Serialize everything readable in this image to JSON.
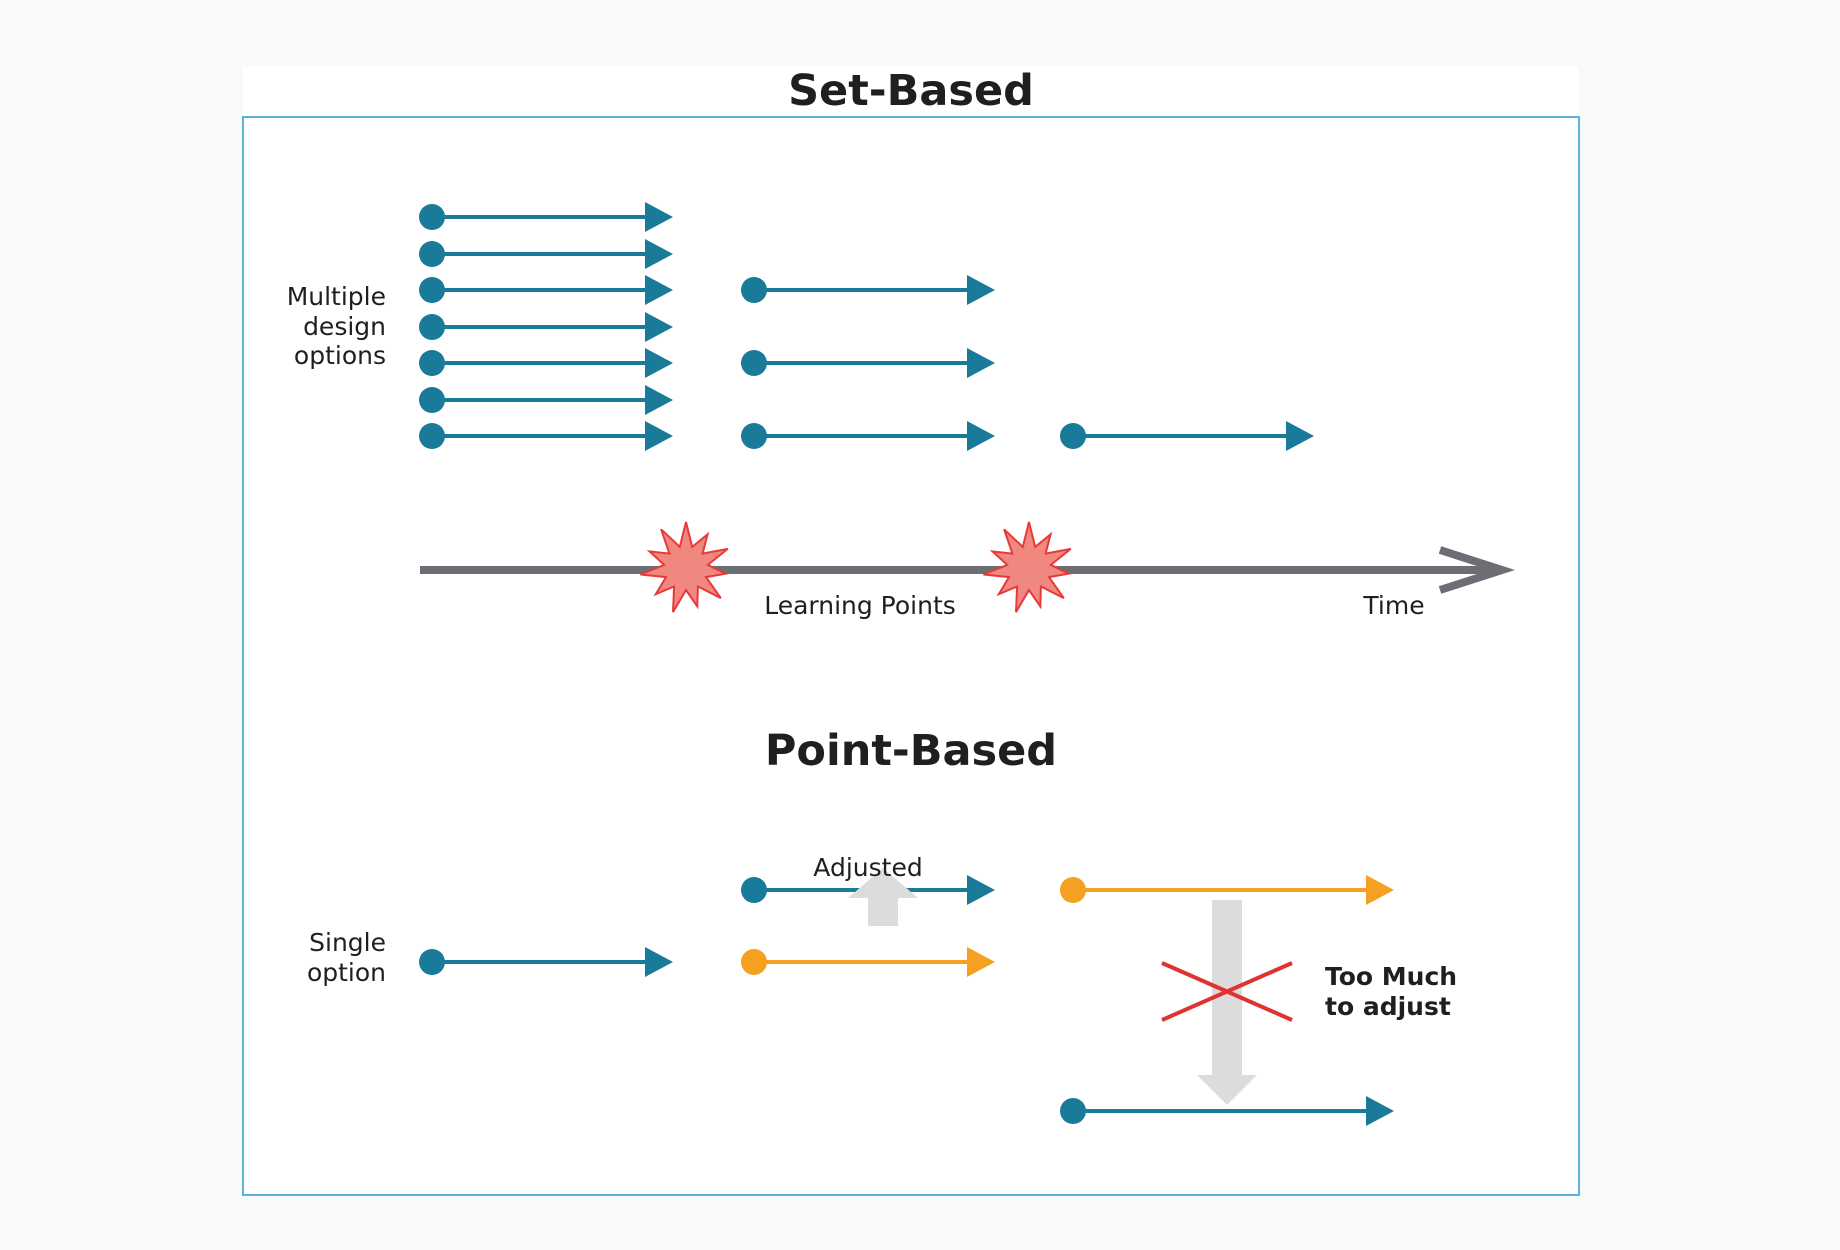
{
  "set_based": {
    "title": "Set-Based",
    "options_label": [
      "Multiple",
      "design",
      "options"
    ],
    "learning_points_label": "Learning Points",
    "time_label": "Time"
  },
  "point_based": {
    "title": "Point-Based",
    "options_label": [
      "Single",
      "option"
    ],
    "adjusted_label": "Adjusted",
    "too_much_label": [
      "Too Much",
      "to adjust"
    ]
  },
  "colors": {
    "frame_border": "#5ab4d6",
    "option_blue": "#1a7a99",
    "option_orange": "#f5a020",
    "time_axis": "#6d6e73",
    "burst_fill": "#f08880",
    "burst_stroke": "#e8393a",
    "cross": "#e0322f",
    "shift_arrow": "#dcdcdc"
  },
  "icons": {
    "learning_point": "burst-icon",
    "rejected": "x-icon"
  }
}
